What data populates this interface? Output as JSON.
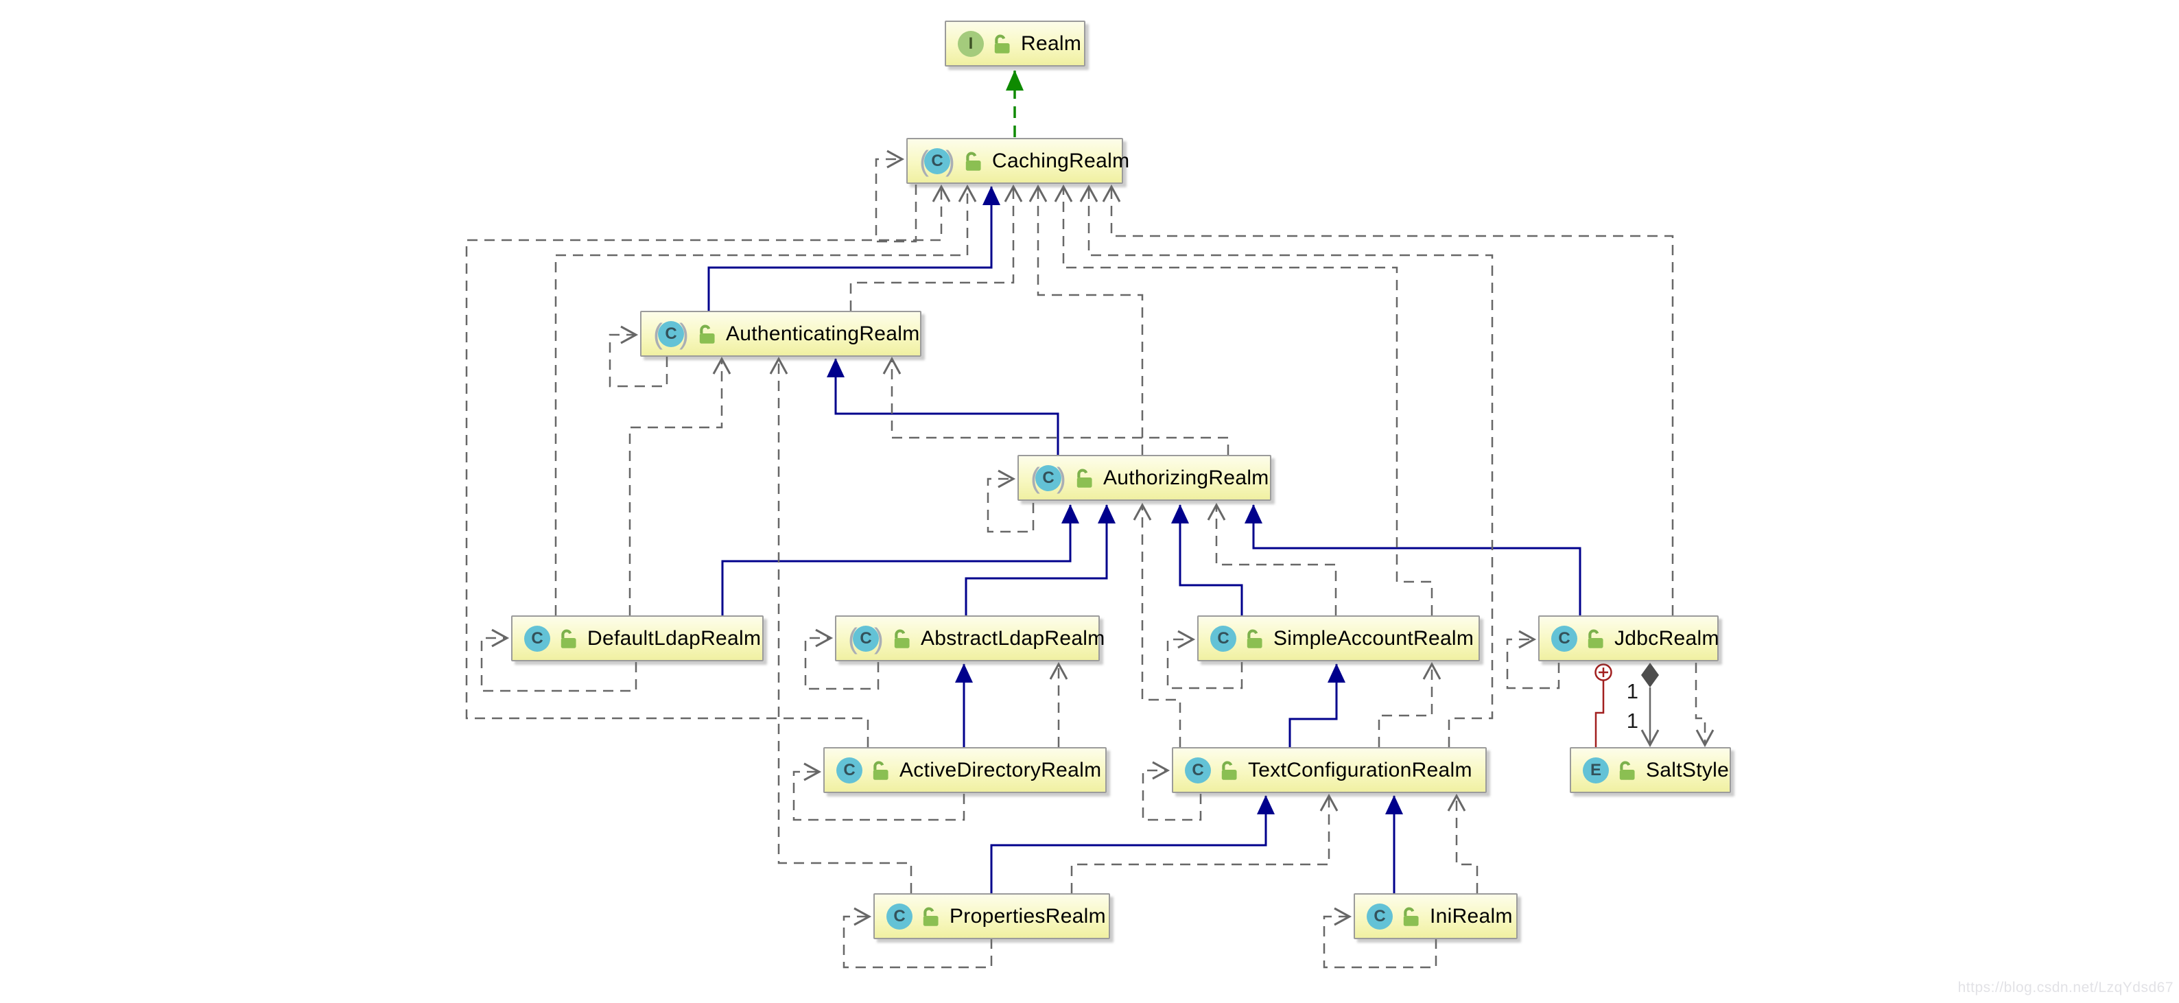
{
  "diagram": {
    "title": "Realm class hierarchy UML diagram",
    "watermark": "https://blog.csdn.net/LzqYdsd67",
    "edge_labels": [
      "1",
      "1"
    ],
    "colors": {
      "inheritance": "#00008c",
      "implements": "#0e8a00",
      "dependency": "#676767",
      "inner_class": "#a11f1f",
      "node_fill_top": "#fdfdea",
      "node_fill_bottom": "#f0f0a2",
      "node_border": "#9b9b9b"
    },
    "nodes": [
      {
        "label": "Realm",
        "icon_letter": "I",
        "kind": "interface"
      },
      {
        "label": "CachingRealm",
        "icon_letter": "C",
        "kind": "abstract-class"
      },
      {
        "label": "AuthenticatingRealm",
        "icon_letter": "C",
        "kind": "abstract-class"
      },
      {
        "label": "AuthorizingRealm",
        "icon_letter": "C",
        "kind": "abstract-class"
      },
      {
        "label": "DefaultLdapRealm",
        "icon_letter": "C",
        "kind": "class"
      },
      {
        "label": "AbstractLdapRealm",
        "icon_letter": "C",
        "kind": "abstract-class"
      },
      {
        "label": "SimpleAccountRealm",
        "icon_letter": "C",
        "kind": "class"
      },
      {
        "label": "JdbcRealm",
        "icon_letter": "C",
        "kind": "class"
      },
      {
        "label": "ActiveDirectoryRealm",
        "icon_letter": "C",
        "kind": "class"
      },
      {
        "label": "TextConfigurationRealm",
        "icon_letter": "C",
        "kind": "class"
      },
      {
        "label": "SaltStyle",
        "icon_letter": "E",
        "kind": "enum"
      },
      {
        "label": "PropertiesRealm",
        "icon_letter": "C",
        "kind": "class"
      },
      {
        "label": "IniRealm",
        "icon_letter": "C",
        "kind": "class"
      }
    ],
    "edges": [
      {
        "from": "CachingRealm",
        "to": "Realm",
        "type": "implements"
      },
      {
        "from": "AuthenticatingRealm",
        "to": "CachingRealm",
        "type": "extends"
      },
      {
        "from": "AuthorizingRealm",
        "to": "AuthenticatingRealm",
        "type": "extends"
      },
      {
        "from": "DefaultLdapRealm",
        "to": "AuthorizingRealm",
        "type": "extends"
      },
      {
        "from": "AbstractLdapRealm",
        "to": "AuthorizingRealm",
        "type": "extends"
      },
      {
        "from": "SimpleAccountRealm",
        "to": "AuthorizingRealm",
        "type": "extends"
      },
      {
        "from": "JdbcRealm",
        "to": "AuthorizingRealm",
        "type": "extends"
      },
      {
        "from": "ActiveDirectoryRealm",
        "to": "AbstractLdapRealm",
        "type": "extends"
      },
      {
        "from": "TextConfigurationRealm",
        "to": "SimpleAccountRealm",
        "type": "extends"
      },
      {
        "from": "PropertiesRealm",
        "to": "TextConfigurationRealm",
        "type": "extends"
      },
      {
        "from": "IniRealm",
        "to": "TextConfigurationRealm",
        "type": "extends"
      },
      {
        "from": "JdbcRealm",
        "to": "SaltStyle",
        "type": "aggregation",
        "multiplicity": "1 1"
      },
      {
        "from": "JdbcRealm",
        "to": "SaltStyle",
        "type": "inner-class"
      },
      {
        "from": "JdbcRealm",
        "to": "SaltStyle",
        "type": "dependency"
      },
      {
        "from": "ActiveDirectoryRealm",
        "to": "CachingRealm",
        "type": "dependency"
      },
      {
        "from": "DefaultLdapRealm",
        "to": "CachingRealm",
        "type": "dependency"
      },
      {
        "from": "AuthenticatingRealm",
        "to": "CachingRealm",
        "type": "dependency"
      },
      {
        "from": "AuthorizingRealm",
        "to": "CachingRealm",
        "type": "dependency"
      },
      {
        "from": "SimpleAccountRealm",
        "to": "CachingRealm",
        "type": "dependency"
      },
      {
        "from": "TextConfigurationRealm",
        "to": "CachingRealm",
        "type": "dependency"
      },
      {
        "from": "JdbcRealm",
        "to": "CachingRealm",
        "type": "dependency"
      },
      {
        "from": "DefaultLdapRealm",
        "to": "AuthenticatingRealm",
        "type": "dependency"
      },
      {
        "from": "PropertiesRealm",
        "to": "AuthenticatingRealm",
        "type": "dependency"
      },
      {
        "from": "AuthorizingRealm",
        "to": "AuthenticatingRealm",
        "type": "dependency"
      },
      {
        "from": "TextConfigurationRealm",
        "to": "AuthorizingRealm",
        "type": "dependency"
      },
      {
        "from": "SimpleAccountRealm",
        "to": "AuthorizingRealm",
        "type": "dependency"
      },
      {
        "from": "TextConfigurationRealm",
        "to": "SimpleAccountRealm",
        "type": "dependency"
      },
      {
        "from": "ActiveDirectoryRealm",
        "to": "AbstractLdapRealm",
        "type": "dependency"
      },
      {
        "from": "PropertiesRealm",
        "to": "TextConfigurationRealm",
        "type": "dependency"
      },
      {
        "from": "IniRealm",
        "to": "TextConfigurationRealm",
        "type": "dependency"
      },
      {
        "from": "CachingRealm",
        "to": "CachingRealm",
        "type": "self-dependency"
      },
      {
        "from": "AuthenticatingRealm",
        "to": "AuthenticatingRealm",
        "type": "self-dependency"
      },
      {
        "from": "AuthorizingRealm",
        "to": "AuthorizingRealm",
        "type": "self-dependency"
      },
      {
        "from": "DefaultLdapRealm",
        "to": "DefaultLdapRealm",
        "type": "self-dependency"
      },
      {
        "from": "AbstractLdapRealm",
        "to": "AbstractLdapRealm",
        "type": "self-dependency"
      },
      {
        "from": "SimpleAccountRealm",
        "to": "SimpleAccountRealm",
        "type": "self-dependency"
      },
      {
        "from": "JdbcRealm",
        "to": "JdbcRealm",
        "type": "self-dependency"
      },
      {
        "from": "ActiveDirectoryRealm",
        "to": "ActiveDirectoryRealm",
        "type": "self-dependency"
      },
      {
        "from": "TextConfigurationRealm",
        "to": "TextConfigurationRealm",
        "type": "self-dependency"
      },
      {
        "from": "PropertiesRealm",
        "to": "PropertiesRealm",
        "type": "self-dependency"
      },
      {
        "from": "IniRealm",
        "to": "IniRealm",
        "type": "self-dependency"
      }
    ]
  }
}
